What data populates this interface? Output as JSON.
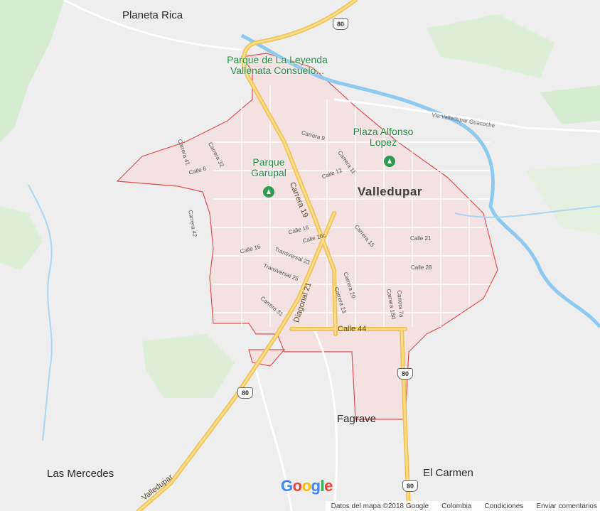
{
  "towns": {
    "planeta_rica": "Planeta Rica",
    "las_mercedes": "Las Mercedes",
    "el_carmen": "El Carmen",
    "fagrave": "Fagrave"
  },
  "city": "Valledupar",
  "pois": {
    "parque_leyenda": "Parque de La Leyenda Vallenata Consuelo...",
    "plaza_alfonso_lopez": "Plaza Alfonso Lopez",
    "parque_garupal": "Parque Garupal"
  },
  "streets": {
    "carrera_9": "Carrera 9",
    "carrera_11": "Carrera 11",
    "calle_12": "Calle 12",
    "carrera_41": "Carrera 41",
    "carrera_32": "Carrera 32",
    "calle_6": "Calle 6",
    "carrera_42": "Carrera 42",
    "calle_16a": "Calle 16",
    "calle_16c": "Calle 16c",
    "calle_16b": "Calle 16",
    "transversal_23": "Transversal 23",
    "transversal_25": "Transversal 25",
    "carrera_31": "Carrera 31",
    "carrera_15": "Carrera 15",
    "calle_21": "Calle 21",
    "calle_28": "Calle 28",
    "carrera_20": "Carrera 20",
    "carrera_23": "Carrera 23",
    "carrera_18d": "Carrera 18d",
    "carrera_7a": "Carrera 7a"
  },
  "major_roads": {
    "carrera_19": "Carrera 19",
    "diagonal_21": "Diagonal 21",
    "calle_44": "Calle 44",
    "via_guacoche": "Via Valledupar Guacoche",
    "valledupar_road": "Valledupar"
  },
  "shields": [
    "80",
    "80",
    "80",
    "80"
  ],
  "logo": "Google",
  "footer": {
    "data": "Datos del mapa ©2018 Google",
    "country": "Colombia",
    "terms": "Condiciones",
    "feedback": "Enviar comentarios"
  },
  "colors": {
    "land": "#eeeeee",
    "city_fill": "#f4e2e2",
    "boundary": "#e05050",
    "water": "#8ec9f0",
    "highway": "#f6cf65",
    "park": "#cfe8c8",
    "poi_green": "#1e8a3a"
  }
}
